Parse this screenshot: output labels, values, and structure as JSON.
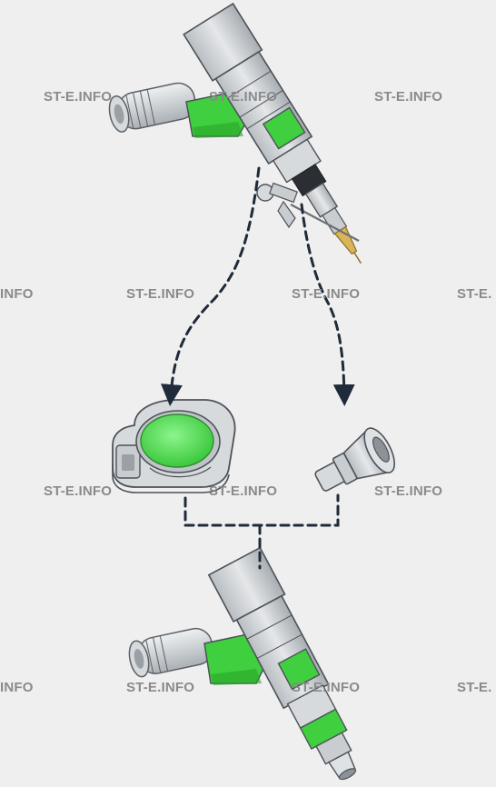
{
  "watermarks": [
    {
      "text": "ST-E.INFO"
    },
    {
      "text": "ST-E.INFO"
    },
    {
      "text": "ST-E.INFO"
    },
    {
      "text": "INFO"
    },
    {
      "text": "ST-E.INFO"
    },
    {
      "text": "ST-E.INFO"
    },
    {
      "text": "ST-E."
    },
    {
      "text": "ST-E.INFO"
    },
    {
      "text": "ST-E.INFO"
    },
    {
      "text": "ST-E.INFO"
    },
    {
      "text": "INFO"
    },
    {
      "text": "ST-E.INFO"
    },
    {
      "text": "ST-E.INFO"
    },
    {
      "text": "ST-E."
    }
  ],
  "colors": {
    "background": "#efefef",
    "body_gray": "#c9cdd0",
    "body_light": "#e3e5e7",
    "outline": "#5b6066",
    "accent_green": "#3fcf3f",
    "lens_green": "#5ce35c",
    "nozzle_gold": "#d9b55a",
    "dash": "#1f2a3a"
  },
  "parts": {
    "top_tool": "laser-welding-head-icon",
    "left_part": "protective-lens-holder-icon",
    "right_part": "copper-nozzle-icon",
    "bottom_tool": "laser-welding-head-icon"
  }
}
